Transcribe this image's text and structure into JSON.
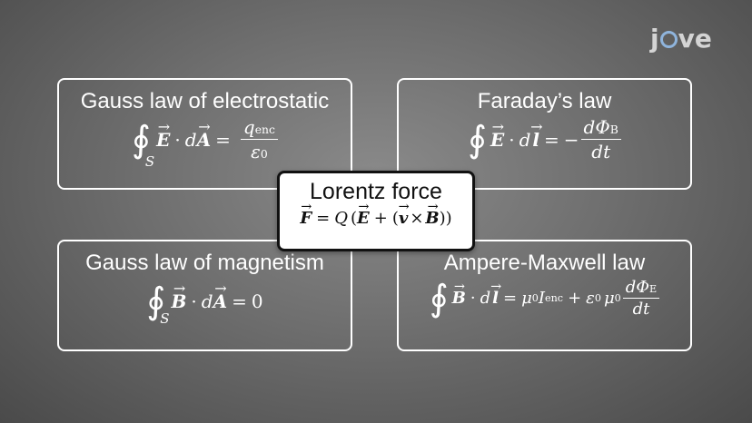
{
  "logo": {
    "pre": "j",
    "post": "ve"
  },
  "boxes": {
    "gauss_electric": {
      "title": "Gauss law of electrostatic",
      "surface": "S",
      "field": "E",
      "area": "A",
      "num": "q",
      "num_sub": "enc",
      "den": "ε",
      "den_sub": "0"
    },
    "faraday": {
      "title": "Faraday’s law",
      "field": "E",
      "length": "l",
      "num": "dΦ",
      "num_sub": "B",
      "den": "dt"
    },
    "gauss_magnetic": {
      "title": "Gauss law of magnetism",
      "surface": "S",
      "field": "B",
      "area": "A",
      "rhs": "0"
    },
    "ampere_maxwell": {
      "title": "Ampere-Maxwell law",
      "field": "B",
      "length": "l",
      "mu": "μ",
      "mu_sub": "0",
      "current": "I",
      "current_sub": "enc",
      "eps": "ε",
      "eps_sub": "0",
      "num": "dΦ",
      "num_sub": "E",
      "den": "dt"
    },
    "lorentz": {
      "title": "Lorentz force",
      "force": "F",
      "charge": "Q",
      "field_e": "E",
      "velocity": "v",
      "field_b": "B"
    }
  }
}
